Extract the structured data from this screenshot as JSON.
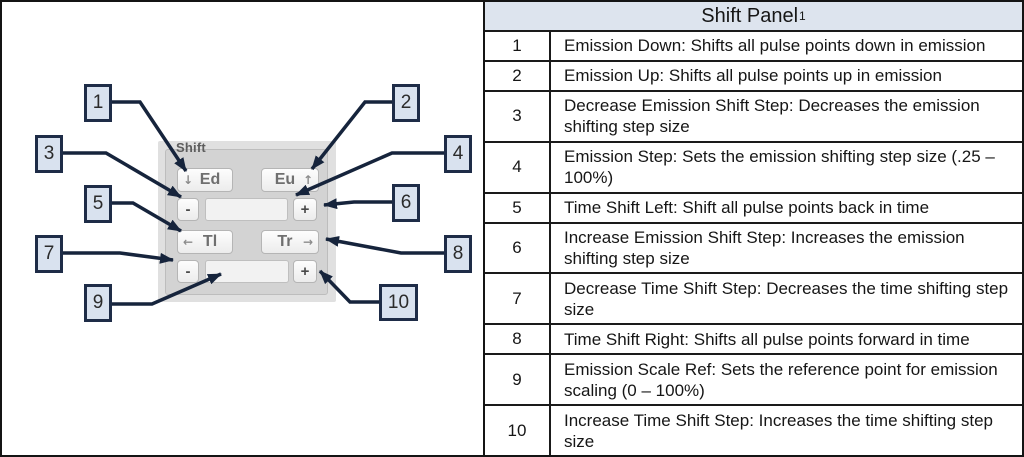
{
  "panel": {
    "group_label": "Shift",
    "emission_down_button": {
      "arrow": "↓",
      "label": "Ed"
    },
    "emission_up_button": {
      "label": "Eu",
      "arrow": "↑"
    },
    "emission_step_minus": "-",
    "emission_step_plus": "+",
    "emission_step_value": "",
    "time_left_button": {
      "arrow": "←",
      "label": "Tl"
    },
    "time_right_button": {
      "label": "Tr",
      "arrow": "→"
    },
    "time_step_minus": "-",
    "time_step_plus": "+",
    "time_step_value": ""
  },
  "callouts": [
    "1",
    "2",
    "3",
    "4",
    "5",
    "6",
    "7",
    "8",
    "9",
    "10"
  ],
  "table": {
    "title": "Shift Panel",
    "title_sup": "1",
    "rows": [
      {
        "num": "1",
        "desc": "Emission Down: Shifts all pulse points down in emission"
      },
      {
        "num": "2",
        "desc": "Emission Up: Shifts all pulse points up in emission"
      },
      {
        "num": "3",
        "desc": "Decrease Emission Shift Step: Decreases the emission shifting step size"
      },
      {
        "num": "4",
        "desc": "Emission Step: Sets the emission shifting step size (.25 – 100%)"
      },
      {
        "num": "5",
        "desc": "Time Shift Left: Shift all pulse points back in time"
      },
      {
        "num": "6",
        "desc": "Increase Emission Shift Step: Increases the emission shifting step size"
      },
      {
        "num": "7",
        "desc": "Decrease Time Shift Step: Decreases the time shifting step size"
      },
      {
        "num": "8",
        "desc": "Time Shift Right: Shifts all pulse points forward in time"
      },
      {
        "num": "9",
        "desc": "Emission Scale Ref: Sets the reference point for emission scaling (0 – 100%)"
      },
      {
        "num": "10",
        "desc": "Increase Time Shift Step: Increases the time shifting step size"
      }
    ]
  },
  "colors": {
    "callout_fill": "#d9e2ef",
    "callout_border": "#1e2c47",
    "arrow": "#16243c",
    "table_header_fill": "#dde4ee",
    "panel_fill": "#d3d3d3",
    "frame": "#141414"
  }
}
